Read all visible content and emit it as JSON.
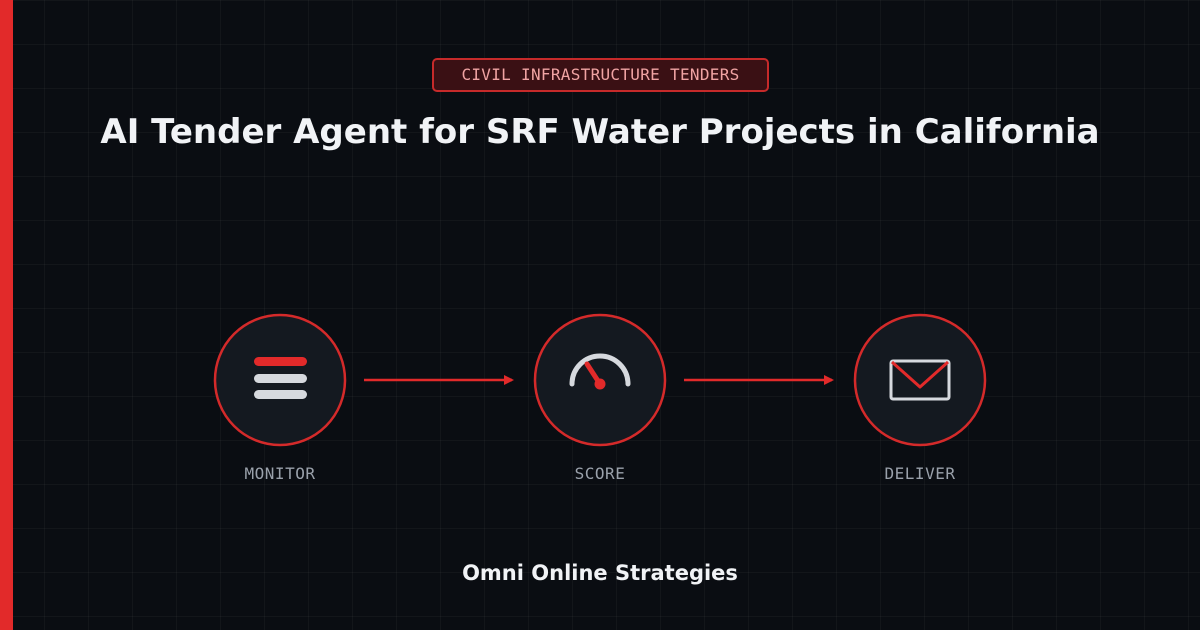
{
  "badge": {
    "label": "CIVIL INFRASTRUCTURE TENDERS"
  },
  "headline": "AI Tender Agent for SRF Water Projects in California",
  "steps": [
    {
      "label": "MONITOR",
      "icon": "list-icon"
    },
    {
      "label": "SCORE",
      "icon": "gauge-icon"
    },
    {
      "label": "DELIVER",
      "icon": "envelope-icon"
    }
  ],
  "footer": "Omni Online Strategies",
  "colors": {
    "background": "#0a0d12",
    "accent": "#e22a2a",
    "circle_fill": "#141920",
    "icon_light": "#d6d9de",
    "text": "#f1f3f6",
    "muted_text": "#9aa1ab"
  }
}
